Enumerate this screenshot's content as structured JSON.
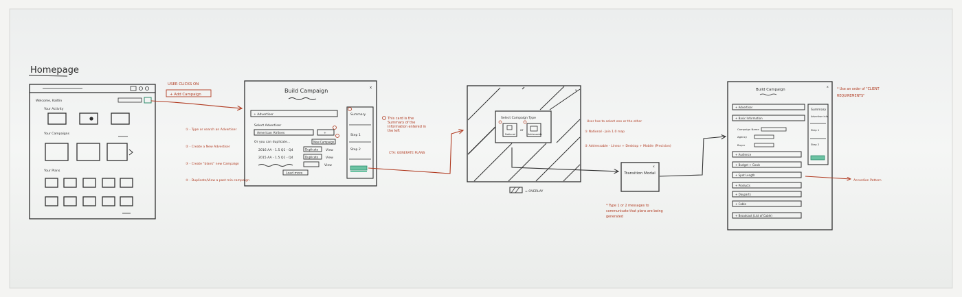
{
  "colors": {
    "frame": "#f4f4f2",
    "board": "#f2f3f2",
    "ink": "#2a2a2a",
    "marker_red": "#b0391f",
    "button_green": "#6cc3a3"
  },
  "homepage": {
    "title": "Homepage",
    "welcome": "Welcome, Kaitlin",
    "section_activity": "Your Activity",
    "section_campaigns": "Your Campaigns",
    "section_plans": "Your Plans"
  },
  "annotation_add": {
    "user_clicks": "USER CLICKS ON",
    "add_campaign": "+ Add Campaign"
  },
  "homepage_notes": [
    "① - Type or search an Advertiser",
    "② - Create a New Advertiser",
    "③ - Create \"blank\" new Campaign",
    "④ - Duplicate/View a past min campaign"
  ],
  "build_campaign": {
    "title": "Build Campaign",
    "advertiser_bar": "+ Advertiser",
    "select_advertiser": "Select Advertiser",
    "advertiser_value": "American Airlines",
    "or_duplicate": "Or you can duplicate...",
    "new_campaign": "New Campaign",
    "rows": [
      {
        "label": "2016 AA - 1.5  Q1 - Q4",
        "button": "Duplicate",
        "view": "View"
      },
      {
        "label": "2015 AA - 1.5  Q1 - Q4",
        "button": "Duplicate",
        "view": "View"
      }
    ],
    "third_view": "View",
    "load_more": "Load more",
    "summary": "Summary",
    "step1": "Step 1",
    "step2": "Step 2",
    "close": "x"
  },
  "build_notes": {
    "summary_note": "This card is the Summary of the information entered in the left",
    "cta": "CTA: GENERATE PLANS"
  },
  "overlay_modal": {
    "title": "Select Campaign Type",
    "option1": "National",
    "or": "or",
    "option2": "Addressable",
    "close": "x",
    "legend": "= OVERLAY"
  },
  "type_notes": [
    "User has to select one or the other",
    "① National - Join 1.0 map",
    "② Addressable - Linear + Desktop + Mobile (Precision)"
  ],
  "transition": {
    "title": "Transition Modal",
    "close": "x",
    "note": "* Type 1 or 2 messages to communicate that plans are being generated"
  },
  "build_campaign2": {
    "title": "Build Campaign",
    "close": "x",
    "sections": [
      "+ Advertiser",
      "+ Basic Information",
      "+ Audience",
      "+ Budget + Goals",
      "+ Spot Length",
      "+ Products",
      "+ Dayparts",
      "+ Cable",
      "+ Broadcast (List of Cable)"
    ],
    "fields": [
      "Campaign Name",
      "Agency",
      "Buyer"
    ],
    "summary": "Summary",
    "summary_sub": "Advertiser info",
    "step1": "Step 1",
    "step2": "Step 2"
  },
  "final_notes": {
    "client_req": "* Use an order of \"CLIENT REQUIREMENTS\"",
    "accordion": "Accordion Pattern"
  }
}
